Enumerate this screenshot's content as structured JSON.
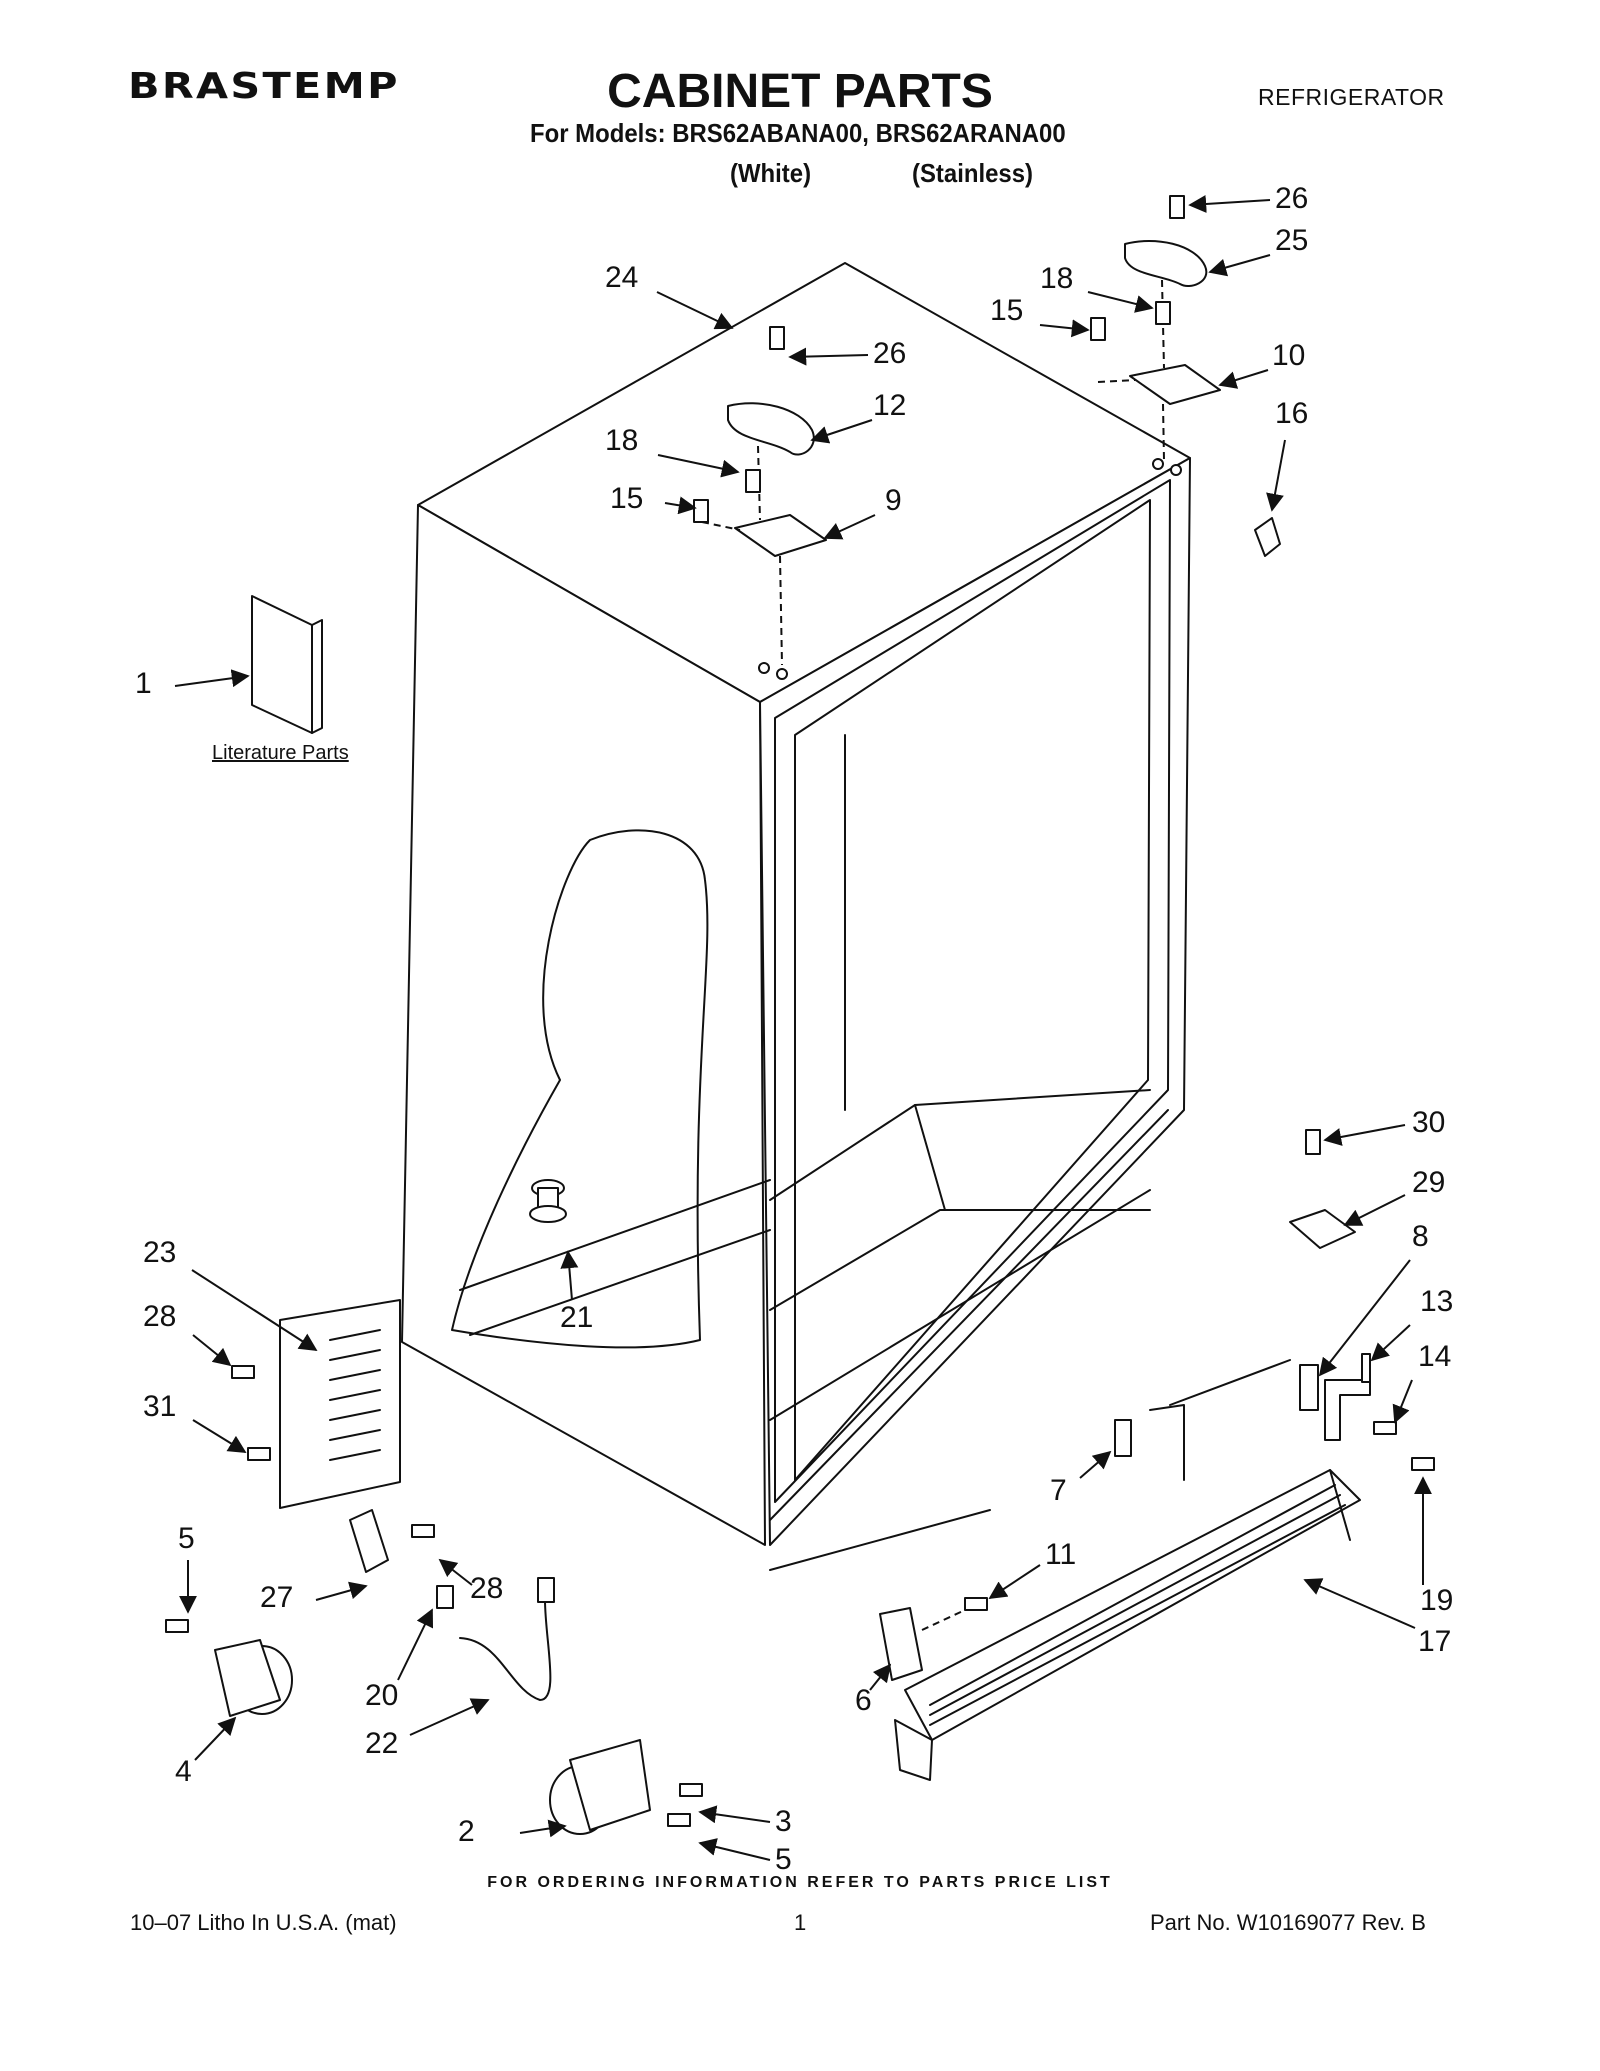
{
  "header": {
    "brand": "BRASTEMP",
    "title": "CABINET PARTS",
    "appliance": "REFRIGERATOR",
    "models_line": "For Models: BRS62ABANA00, BRS62ARANA00",
    "variant_white": "(White)",
    "variant_stainless": "(Stainless)"
  },
  "literature_label": "Literature Parts",
  "callouts": [
    {
      "id": "c1",
      "label": "1"
    },
    {
      "id": "c2",
      "label": "2"
    },
    {
      "id": "c3",
      "label": "3"
    },
    {
      "id": "c4",
      "label": "4"
    },
    {
      "id": "c5a",
      "label": "5"
    },
    {
      "id": "c5b",
      "label": "5"
    },
    {
      "id": "c6",
      "label": "6"
    },
    {
      "id": "c7",
      "label": "7"
    },
    {
      "id": "c8",
      "label": "8"
    },
    {
      "id": "c9",
      "label": "9"
    },
    {
      "id": "c10",
      "label": "10"
    },
    {
      "id": "c11",
      "label": "11"
    },
    {
      "id": "c12",
      "label": "12"
    },
    {
      "id": "c13",
      "label": "13"
    },
    {
      "id": "c14",
      "label": "14"
    },
    {
      "id": "c15a",
      "label": "15"
    },
    {
      "id": "c15b",
      "label": "15"
    },
    {
      "id": "c16",
      "label": "16"
    },
    {
      "id": "c17",
      "label": "17"
    },
    {
      "id": "c18a",
      "label": "18"
    },
    {
      "id": "c18b",
      "label": "18"
    },
    {
      "id": "c19",
      "label": "19"
    },
    {
      "id": "c20",
      "label": "20"
    },
    {
      "id": "c21",
      "label": "21"
    },
    {
      "id": "c22",
      "label": "22"
    },
    {
      "id": "c23",
      "label": "23"
    },
    {
      "id": "c24",
      "label": "24"
    },
    {
      "id": "c25",
      "label": "25"
    },
    {
      "id": "c26a",
      "label": "26"
    },
    {
      "id": "c26b",
      "label": "26"
    },
    {
      "id": "c27",
      "label": "27"
    },
    {
      "id": "c28a",
      "label": "28"
    },
    {
      "id": "c28b",
      "label": "28"
    },
    {
      "id": "c29",
      "label": "29"
    },
    {
      "id": "c30",
      "label": "30"
    },
    {
      "id": "c31",
      "label": "31"
    }
  ],
  "footer": {
    "ordering_note": "FOR ORDERING INFORMATION REFER TO PARTS PRICE LIST",
    "print_info": "10–07 Litho In U.S.A. (mat)",
    "page_number": "1",
    "part_number": "Part No. W10169077 Rev. B"
  }
}
